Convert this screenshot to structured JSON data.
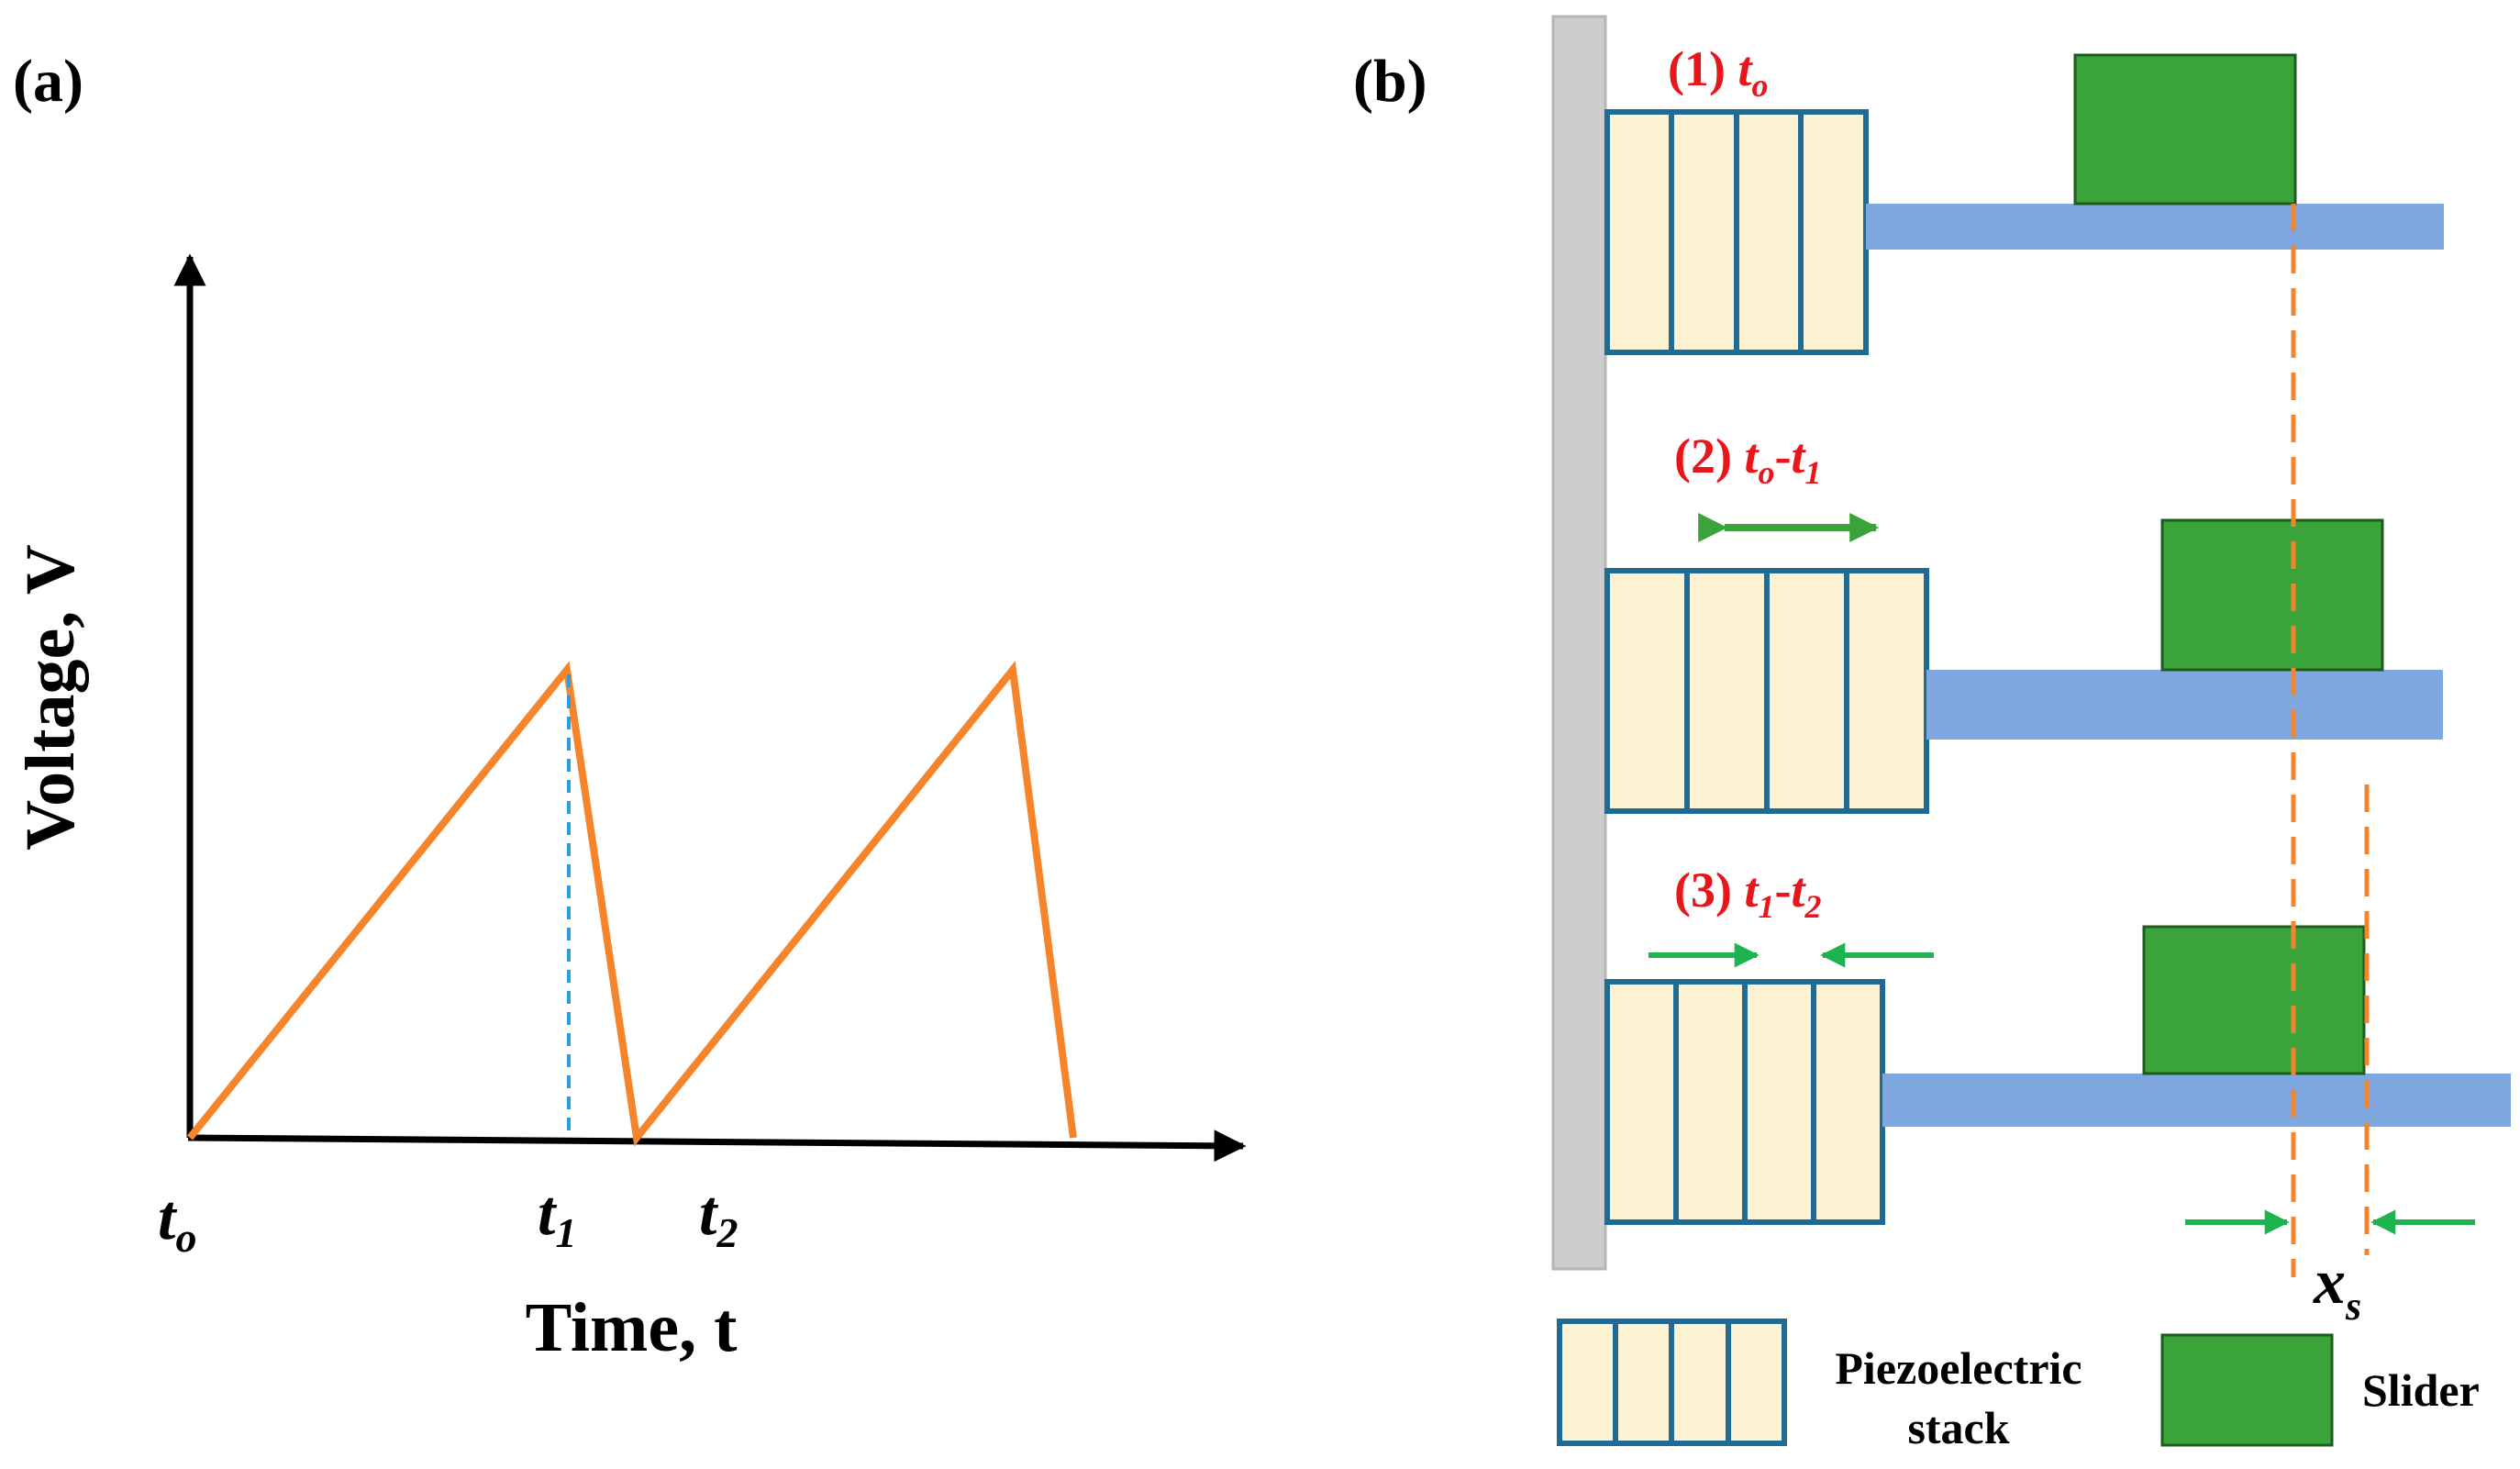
{
  "panel_a": {
    "label": "(a)",
    "y_axis_label": "Voltage, V",
    "x_axis_label": "Time, t",
    "ticks": [
      {
        "main": "t",
        "sub": "o"
      },
      {
        "main": "t",
        "sub": "1"
      },
      {
        "main": "t",
        "sub": "2"
      }
    ]
  },
  "panel_b": {
    "label": "(b)",
    "steps": [
      {
        "number": "(1)",
        "t1": "t",
        "s1": "o",
        "dash": "",
        "t2": "",
        "s2": ""
      },
      {
        "number": "(2)",
        "t1": "t",
        "s1": "o",
        "dash": "-",
        "t2": "t",
        "s2": "1"
      },
      {
        "number": "(3)",
        "t1": "t",
        "s1": "1",
        "dash": "-",
        "t2": "t",
        "s2": "2"
      }
    ],
    "displacement": {
      "main": "x",
      "sub": "s"
    },
    "legend": {
      "stack_line1": "Piezoelectric",
      "stack_line2": "stack",
      "slider": "Slider"
    }
  },
  "colors": {
    "waveform": "#f5842a",
    "t1_marker": "#2a9fe0",
    "stack_fill": "#fdf2d2",
    "stack_stroke": "#1f6b96",
    "slider_fill": "#3aa43a",
    "rod": "#7fa7df",
    "wall": "#cdcdcd",
    "step_label": "#e8161b",
    "arrow_expand": "#3aa43a",
    "arrow_contract": "#1fb350",
    "reference_dash": "#f5842a"
  }
}
